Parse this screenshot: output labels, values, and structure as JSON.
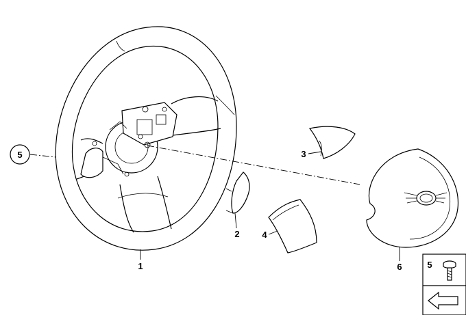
{
  "callouts": {
    "c1": "1",
    "c2": "2",
    "c3": "3",
    "c4": "4",
    "c5_circle": "5",
    "c5_box": "5",
    "c6": "6"
  },
  "icons": {
    "logo": "winged-logo-icon",
    "screw": "screw-icon",
    "arrow": "direction-arrow-icon"
  }
}
